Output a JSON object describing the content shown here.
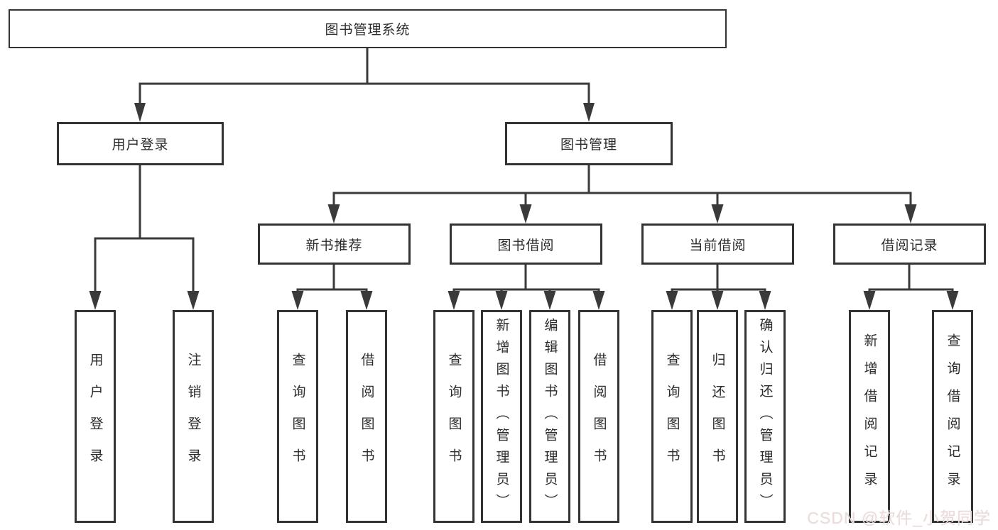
{
  "title": "图书管理系统",
  "branches": {
    "user_login": {
      "label": "用户登录",
      "children": [
        "用户登录",
        "注销登录"
      ]
    },
    "book_mgmt": {
      "label": "图书管理",
      "sections": {
        "new_books": {
          "label": "新书推荐",
          "children": [
            "查询图书",
            "借阅图书"
          ]
        },
        "book_borrow": {
          "label": "图书借阅",
          "children": [
            "查询图书",
            "新增图书（管理员）",
            "编辑图书（管理员）",
            "借阅图书"
          ]
        },
        "current_borrow": {
          "label": "当前借阅",
          "children": [
            "查询图书",
            "归还图书",
            "确认归还（管理员）"
          ]
        },
        "borrow_records": {
          "label": "借阅记录",
          "children": [
            "新增借阅记录",
            "查询借阅记录"
          ]
        }
      }
    }
  },
  "watermark": "CSDN @软件_小贺同学",
  "colors": {
    "line": "#3a3a3a",
    "border": "#333333",
    "text": "#2b2b2b",
    "watermark": "#ecdcdc"
  }
}
